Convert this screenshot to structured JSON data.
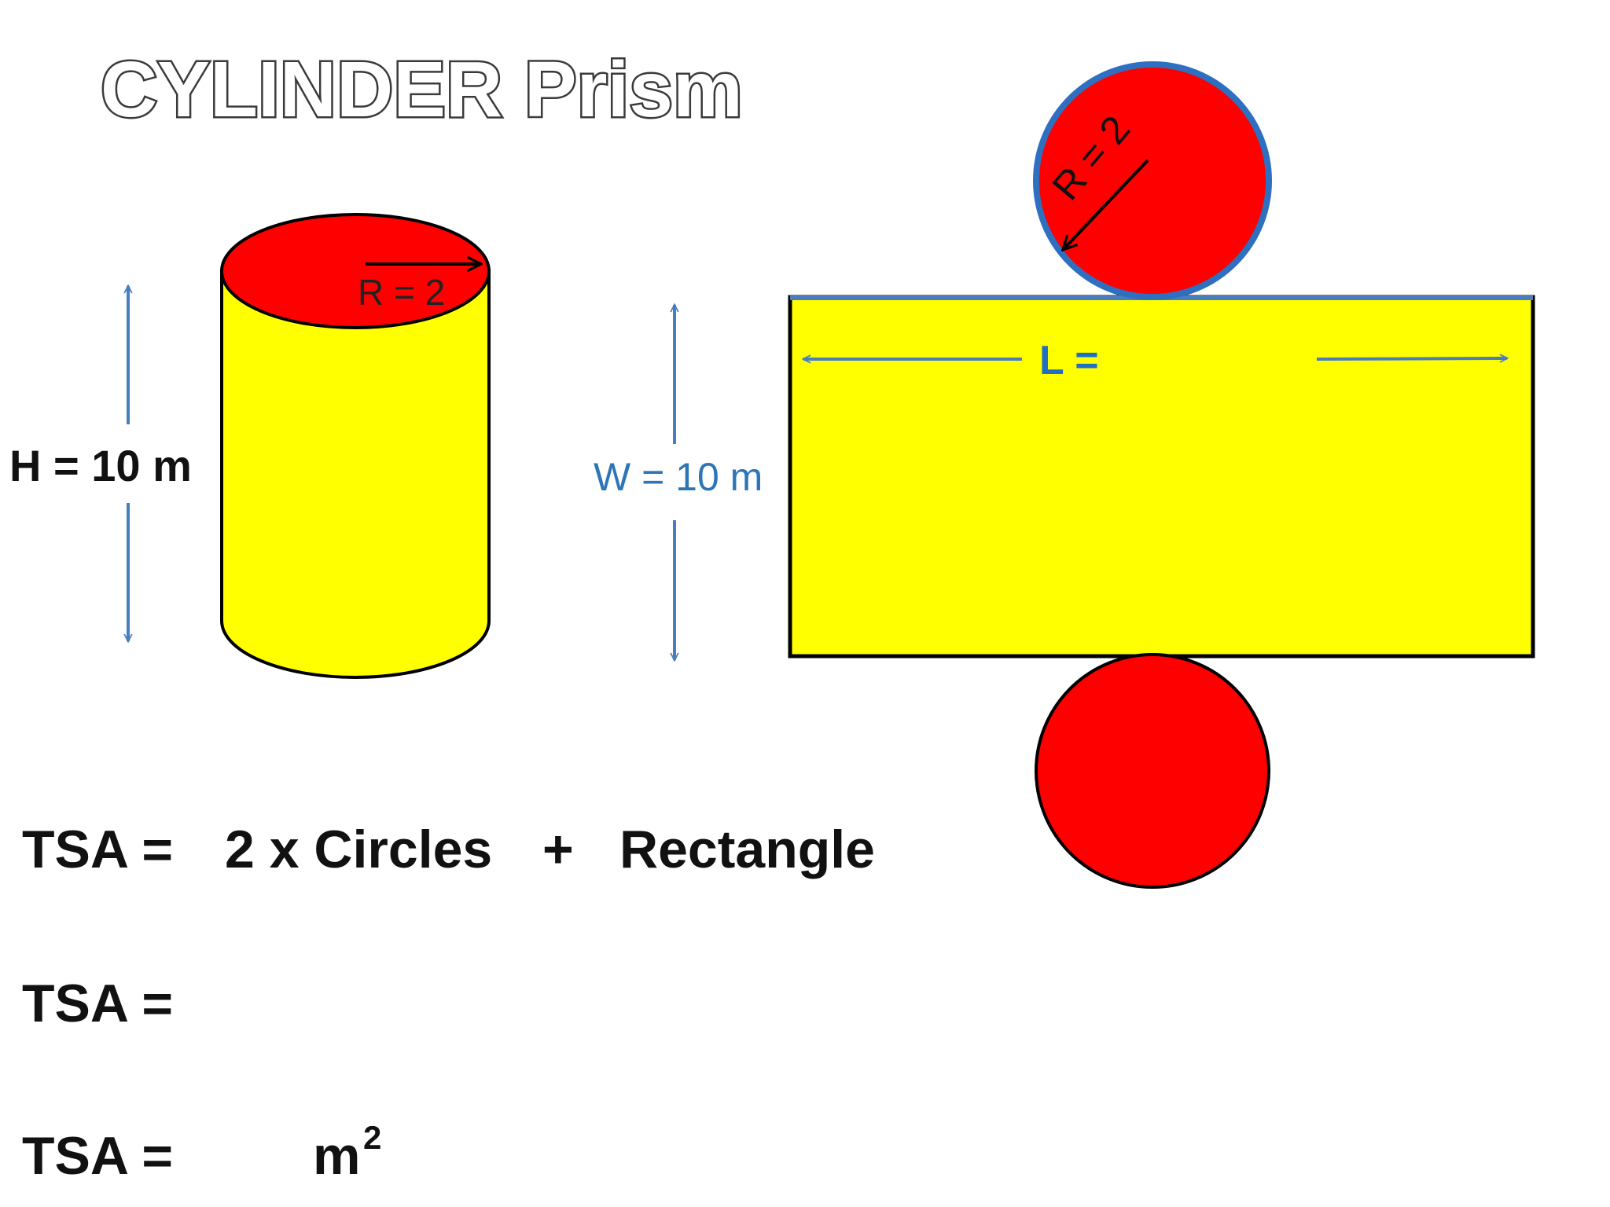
{
  "slide": {
    "title": "CYLINDER Prism"
  },
  "cylinder": {
    "radius_label": "R = 2",
    "height_label": "H = 10 m"
  },
  "net": {
    "top_radius_label": "R = 2",
    "length_label": "L =",
    "width_label": "W = 10 m"
  },
  "formula": {
    "line1": {
      "lhs": "TSA =",
      "term1": "2 x Circles",
      "op": "+",
      "term2": "Rectangle"
    },
    "line2": {
      "lhs": "TSA ="
    },
    "line3": {
      "lhs": "TSA =",
      "unit": "m",
      "unit_exp": "2"
    }
  },
  "colors": {
    "face_fill": "#ff0000",
    "body_fill": "#ffff00",
    "outline": "#000000",
    "annotation_blue": "#4a7dc0",
    "label_blue": "#2e75b6",
    "length_label_blue": "#1f6fc4"
  }
}
